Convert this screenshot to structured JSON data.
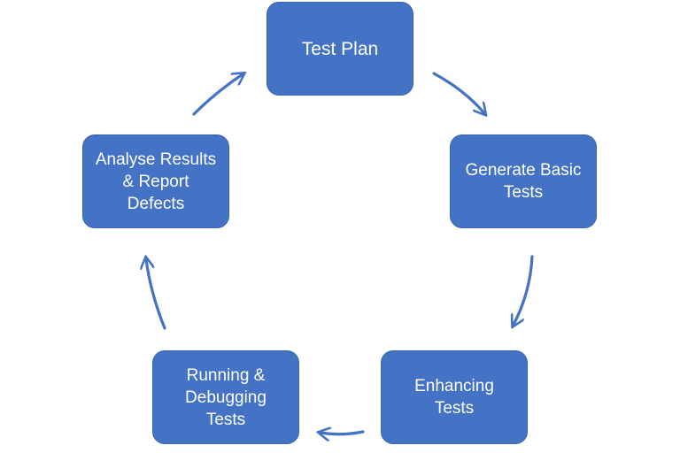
{
  "diagram": {
    "nodes": {
      "test_plan": "Test Plan",
      "generate_basic_tests": "Generate Basic\nTests",
      "enhancing_tests": "Enhancing\nTests",
      "running_debugging_tests": "Running &\nDebugging\nTests",
      "analyse_results": "Analyse Results\n& Report\nDefects"
    },
    "edges": [
      {
        "from": "test_plan",
        "to": "generate_basic_tests"
      },
      {
        "from": "generate_basic_tests",
        "to": "enhancing_tests"
      },
      {
        "from": "enhancing_tests",
        "to": "running_debugging_tests"
      },
      {
        "from": "running_debugging_tests",
        "to": "analyse_results"
      },
      {
        "from": "analyse_results",
        "to": "test_plan"
      }
    ],
    "colors": {
      "node_fill": "#4472c4",
      "node_text": "#ffffff",
      "arrow": "#4472c4"
    }
  }
}
